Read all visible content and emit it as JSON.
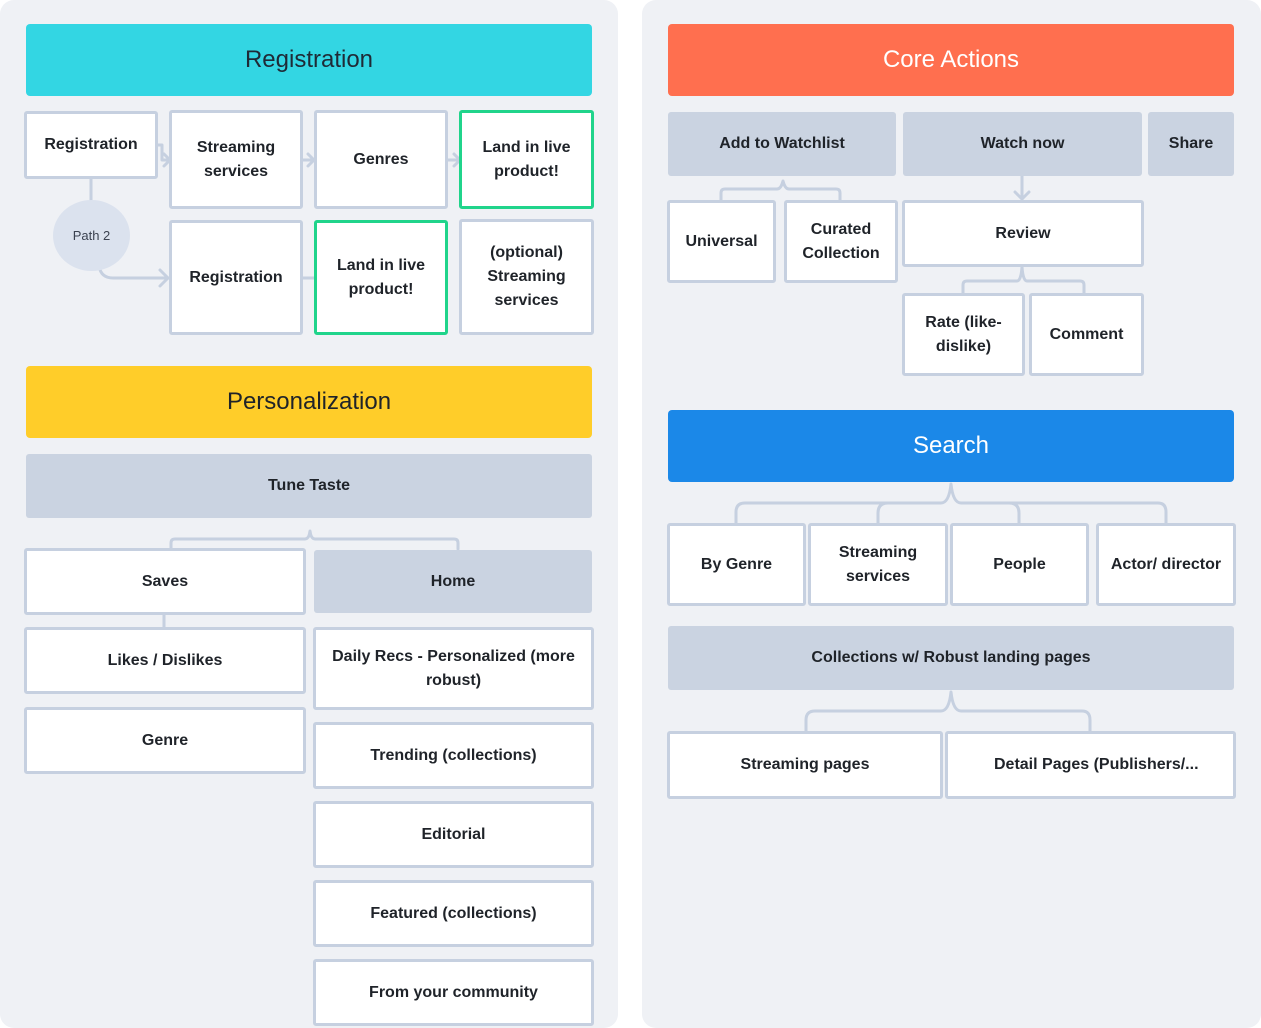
{
  "colors": {
    "registration": "#33d6e3",
    "core_actions": "#ff6f4f",
    "personalization": "#ffcd29",
    "search": "#1b88e8",
    "box_border": "#c6d0e0",
    "highlight_border": "#20d48b",
    "gray_box": "#cad3e1",
    "panel_bg": "#eff1f5"
  },
  "registration": {
    "title": "Registration",
    "path1": [
      "Registration",
      "Streaming services",
      "Genres",
      "Land in live product!"
    ],
    "path2_label": "Path 2",
    "path2": [
      "Registration",
      "Land in live product!",
      "(optional) Streaming services"
    ]
  },
  "personalization": {
    "title": "Personalization",
    "tune_taste": "Tune Taste",
    "saves": "Saves",
    "home": "Home",
    "saves_items": [
      "Likes / Dislikes",
      "Genre"
    ],
    "home_items": [
      "Daily Recs - Personalized (more robust)",
      "Trending (collections)",
      "Editorial",
      "Featured (collections)",
      "From your community"
    ]
  },
  "core_actions": {
    "title": "Core Actions",
    "add_to_watchlist": "Add to Watchlist",
    "watch_now": "Watch now",
    "share": "Share",
    "universal": "Universal",
    "curated_collection": "Curated Collection",
    "review": "Review",
    "rate": "Rate (like-dislike)",
    "comment": "Comment"
  },
  "search": {
    "title": "Search",
    "options": [
      "By Genre",
      "Streaming services",
      "People",
      "Actor/ director"
    ],
    "collections": "Collections w/ Robust landing pages",
    "streaming_pages": "Streaming pages",
    "detail_pages": "Detail Pages (Publishers/..."
  }
}
